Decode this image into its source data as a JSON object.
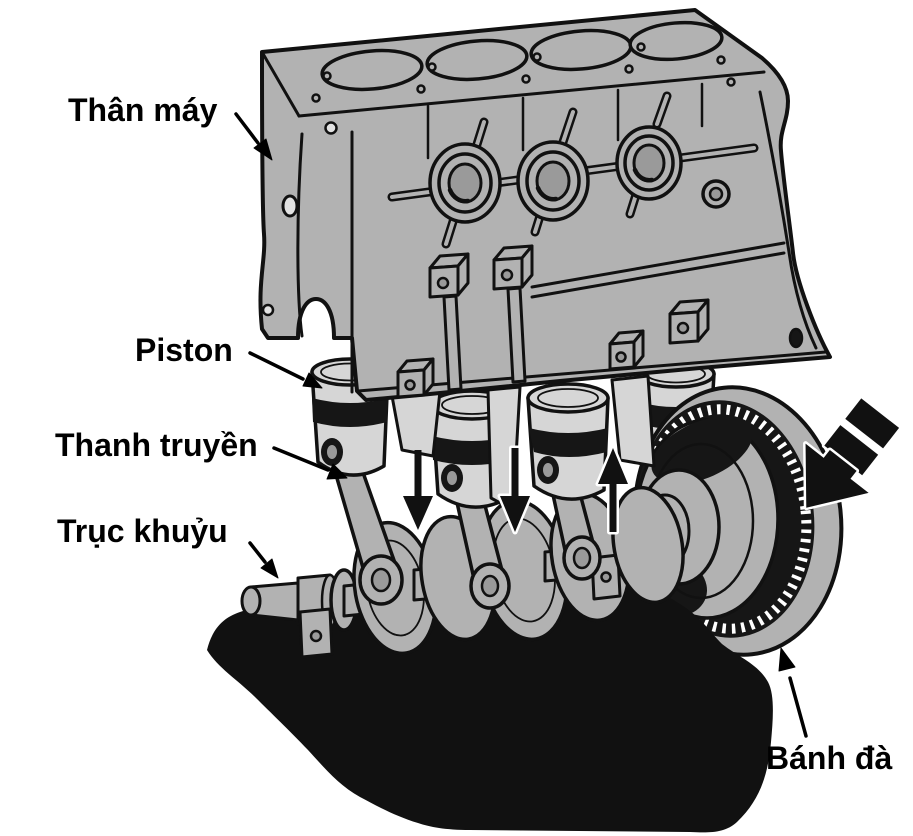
{
  "labels": {
    "engine_block": "Thân máy",
    "piston": "Piston",
    "connecting_rod": "Thanh truyền",
    "crankshaft": "Trục khuỷu",
    "flywheel": "Bánh đà"
  },
  "colors": {
    "outline": "#111111",
    "block_gray": "#b2b2b2",
    "piston_gray": "#d6d6d6",
    "mid_gray": "#9a9a9a",
    "hole_gray": "#e2e2e2",
    "dark": "#161616",
    "white": "#ffffff",
    "label": "#000000"
  }
}
